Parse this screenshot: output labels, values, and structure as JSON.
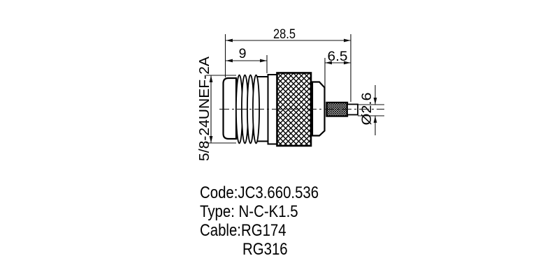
{
  "drawing": {
    "dim_overall": "28.5",
    "dim_body": "9",
    "dim_tail": "6.5",
    "thread_spec": "5/8-24UNEF-2A",
    "cable_diameter": "Ø2.6"
  },
  "product_info": {
    "code": "Code:JC3.660.536",
    "type": "Type: N-C-K1.5",
    "cable": "Cable:RG174",
    "cable2": "RG316"
  },
  "colors": {
    "ink": "#000000",
    "background": "#ffffff"
  }
}
